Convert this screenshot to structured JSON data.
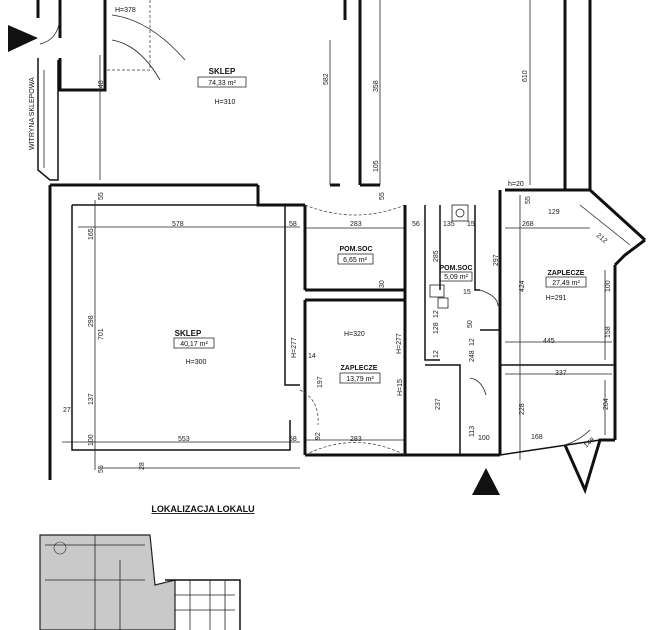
{
  "rooms": {
    "sklep_top": {
      "name": "SKLEP",
      "area": "74,33 m²",
      "height": "H=310"
    },
    "sklep_main": {
      "name": "SKLEP",
      "area": "40,17 m²",
      "height": "H=300"
    },
    "pom_soc_1": {
      "name": "POM.SOC",
      "area": "6,65 m²"
    },
    "pom_soc_2": {
      "name": "POM.SOC",
      "area": "5,09 m²"
    },
    "zaplecze_1": {
      "name": "ZAPLECZE",
      "area": "13,79 m²"
    },
    "zaplecze_2": {
      "name": "ZAPLECZE",
      "area": "27,49 m²",
      "height": "H=291"
    }
  },
  "labels": {
    "h378": "H=378",
    "h320": "H=320",
    "h277a": "H=277",
    "h277b": "H=277",
    "h15": "H=15",
    "h20": "h=20",
    "witryna": "WITRYNA SKLEPOWA",
    "lokalizacja": "LOKALIZACJA LOKALU"
  },
  "dimensions": {
    "d548": "548",
    "d582": "582",
    "d358": "358",
    "d105": "105",
    "d610": "610",
    "d578": "578",
    "d58a": "58",
    "d283a": "283",
    "d56": "56",
    "d135": "135",
    "d15a": "15",
    "d268": "268",
    "d129": "129",
    "d212": "212",
    "d165": "165",
    "d55a": "55",
    "d55b": "55",
    "d55c": "55",
    "d55d": "55",
    "d298": "298",
    "d701": "701",
    "d30": "30",
    "d285": "285",
    "d297": "297",
    "d424": "424",
    "d100a": "100",
    "d158": "158",
    "d445": "445",
    "d128": "128",
    "d12a": "12",
    "d12b": "12",
    "d12c": "12",
    "d248": "248",
    "d14": "14",
    "d197": "197",
    "d337": "337",
    "d228": "228",
    "d204": "204",
    "d237": "237",
    "d137": "137",
    "d27": "27",
    "d100b": "100",
    "d553": "553",
    "d58b": "58",
    "d283b": "283",
    "d113": "113",
    "d100c": "100",
    "d168": "168",
    "d148": "148",
    "d28": "28",
    "d15b": "15",
    "d50": "50",
    "d92": "92"
  }
}
